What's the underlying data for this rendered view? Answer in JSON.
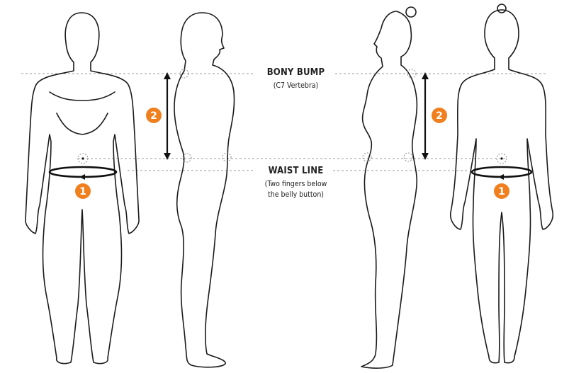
{
  "colors": {
    "accent": "#f07f1e",
    "outline": "#1a1a1a",
    "guide": "#9a9a9a"
  },
  "labels": {
    "bony_bump": {
      "title": "BONY BUMP",
      "subtitle": "(C7 Vertebra)"
    },
    "waist_line": {
      "title": "WAIST LINE",
      "subtitle_line1": "(Two fingers below",
      "subtitle_line2": "the belly button)"
    }
  },
  "steps": {
    "one": "1",
    "two": "2"
  },
  "figures": [
    "male-front",
    "male-side",
    "female-side",
    "female-front"
  ]
}
